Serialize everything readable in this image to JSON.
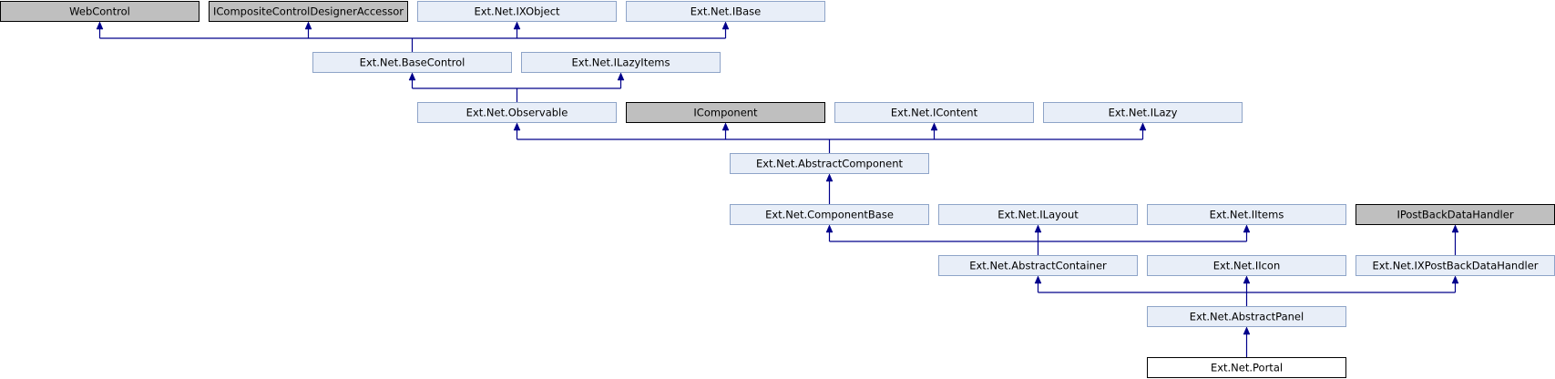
{
  "diagram": {
    "nodes": [
      {
        "id": "webcontrol",
        "label": "WebControl",
        "style": "external"
      },
      {
        "id": "icompositecontroldesigneraccessor",
        "label": "ICompositeControlDesignerAccessor",
        "style": "external"
      },
      {
        "id": "ixobject",
        "label": "Ext.Net.IXObject",
        "style": "normal"
      },
      {
        "id": "ibase",
        "label": "Ext.Net.IBase",
        "style": "normal"
      },
      {
        "id": "basecontrol",
        "label": "Ext.Net.BaseControl",
        "style": "normal"
      },
      {
        "id": "ilazyitems",
        "label": "Ext.Net.ILazyItems",
        "style": "normal"
      },
      {
        "id": "observable",
        "label": "Ext.Net.Observable",
        "style": "normal"
      },
      {
        "id": "icomponent",
        "label": "IComponent",
        "style": "external"
      },
      {
        "id": "icontent",
        "label": "Ext.Net.IContent",
        "style": "normal"
      },
      {
        "id": "ilazy",
        "label": "Ext.Net.ILazy",
        "style": "normal"
      },
      {
        "id": "abstractcomponent",
        "label": "Ext.Net.AbstractComponent",
        "style": "normal"
      },
      {
        "id": "componentbase",
        "label": "Ext.Net.ComponentBase",
        "style": "normal"
      },
      {
        "id": "ilayout",
        "label": "Ext.Net.ILayout",
        "style": "normal"
      },
      {
        "id": "iitems",
        "label": "Ext.Net.IItems",
        "style": "normal"
      },
      {
        "id": "ipostbackdatahandler",
        "label": "IPostBackDataHandler",
        "style": "external"
      },
      {
        "id": "abstractcontainer",
        "label": "Ext.Net.AbstractContainer",
        "style": "normal"
      },
      {
        "id": "iicon",
        "label": "Ext.Net.IIcon",
        "style": "normal"
      },
      {
        "id": "ixpostbackdatahandler",
        "label": "Ext.Net.IXPostBackDataHandler",
        "style": "normal"
      },
      {
        "id": "abstractpanel",
        "label": "Ext.Net.AbstractPanel",
        "style": "normal"
      },
      {
        "id": "portal",
        "label": "Ext.Net.Portal",
        "style": "current"
      }
    ],
    "edges": [
      {
        "child": "basecontrol",
        "parents": [
          "webcontrol",
          "icompositecontroldesigneraccessor",
          "ixobject",
          "ibase"
        ]
      },
      {
        "child": "observable",
        "parents": [
          "basecontrol",
          "ilazyitems"
        ]
      },
      {
        "child": "abstractcomponent",
        "parents": [
          "observable",
          "icomponent",
          "icontent",
          "ilazy"
        ]
      },
      {
        "child": "componentbase",
        "parents": [
          "abstractcomponent"
        ]
      },
      {
        "child": "abstractcontainer",
        "parents": [
          "componentbase",
          "ilayout",
          "iitems"
        ]
      },
      {
        "child": "ixpostbackdatahandler",
        "parents": [
          "ipostbackdatahandler"
        ]
      },
      {
        "child": "abstractpanel",
        "parents": [
          "abstractcontainer",
          "iicon",
          "ixpostbackdatahandler"
        ]
      },
      {
        "child": "portal",
        "parents": [
          "abstractpanel"
        ]
      }
    ],
    "colors": {
      "node_fill": "#E8EEF8",
      "node_border": "#8EA4C8",
      "external_fill": "#BFBFBF",
      "external_border": "#000000",
      "current_fill": "#FFFFFF",
      "current_border": "#000000",
      "edge": "#00008B"
    }
  }
}
